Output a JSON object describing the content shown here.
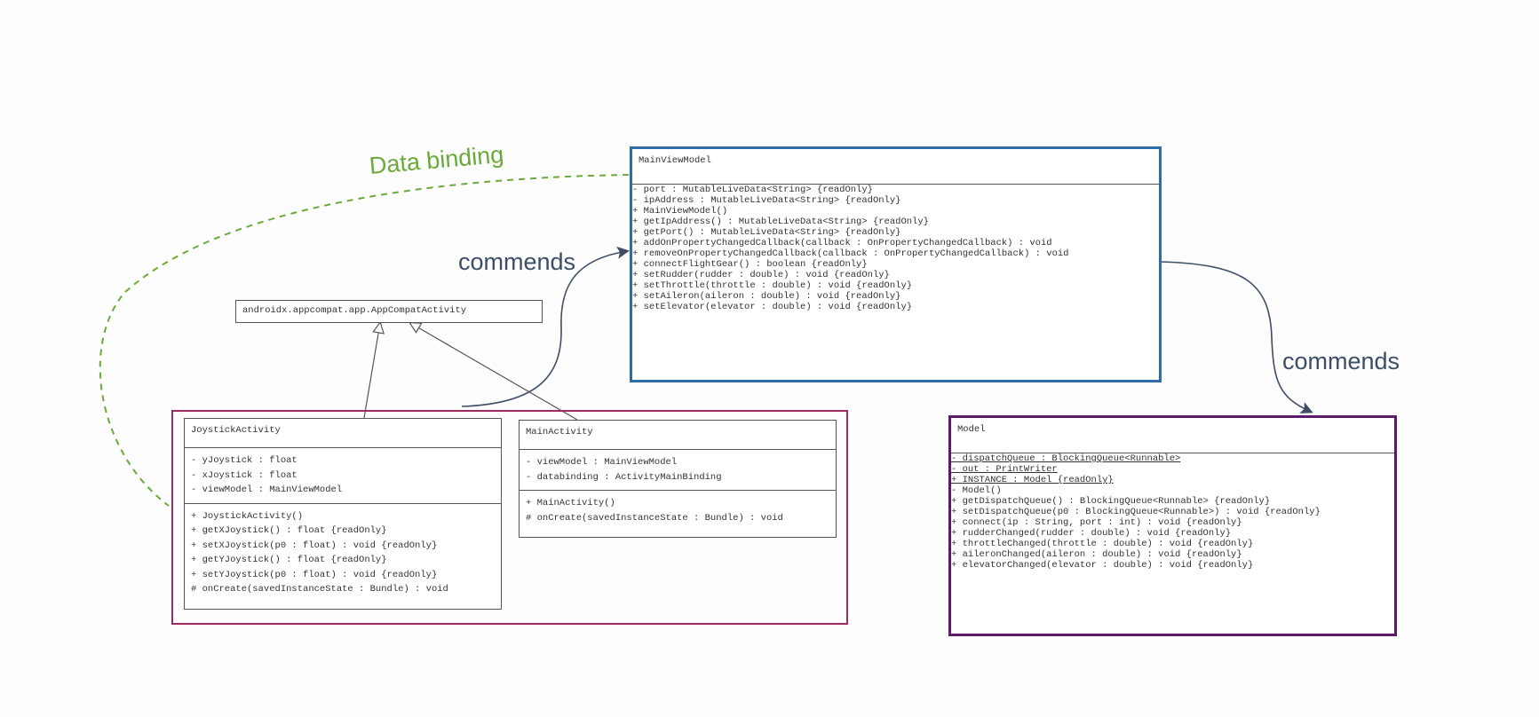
{
  "labels": {
    "data_binding": "Data binding",
    "commends_left": "commends",
    "commends_right": "commends"
  },
  "colors": {
    "viewmodel_border": "#2e6ca8",
    "view_group_border": "#9c2a5e",
    "model_border": "#5d1a6b",
    "binding_green": "#6aaa38",
    "arrow_navy": "#3d4e66"
  },
  "superclass": {
    "name": "androidx.appcompat.app.AppCompatActivity"
  },
  "main_view_model": {
    "name": "MainViewModel",
    "attributes": [
      "- port : MutableLiveData<String> {readOnly}",
      "- ipAddress : MutableLiveData<String> {readOnly}"
    ],
    "operations": [
      "+ MainViewModel()",
      "+ getIpAddress() : MutableLiveData<String> {readOnly}",
      "+ getPort() : MutableLiveData<String> {readOnly}",
      "+ addOnPropertyChangedCallback(callback : OnPropertyChangedCallback) : void",
      "+ removeOnPropertyChangedCallback(callback : OnPropertyChangedCallback) : void",
      "+ connectFlightGear() : boolean {readOnly}",
      "+ setRudder(rudder : double) : void {readOnly}",
      "+ setThrottle(throttle : double) : void {readOnly}",
      "+ setAileron(aileron : double) : void {readOnly}",
      "+ setElevator(elevator : double) : void {readOnly}"
    ]
  },
  "joystick_activity": {
    "name": "JoystickActivity",
    "attributes": [
      "- yJoystick : float",
      "- xJoystick : float",
      "- viewModel : MainViewModel"
    ],
    "operations": [
      "+ JoystickActivity()",
      "+ getXJoystick() : float {readOnly}",
      "+ setXJoystick(p0 : float) : void {readOnly}",
      "+ getYJoystick() : float {readOnly}",
      "+ setYJoystick(p0 : float) : void {readOnly}",
      "# onCreate(savedInstanceState : Bundle) : void"
    ]
  },
  "main_activity": {
    "name": "MainActivity",
    "attributes": [
      "- viewModel : MainViewModel",
      "- databinding : ActivityMainBinding"
    ],
    "operations": [
      "+ MainActivity()",
      "# onCreate(savedInstanceState : Bundle) : void"
    ]
  },
  "model": {
    "name": "Model",
    "attributes": [
      "- dispatchQueue : BlockingQueue<Runnable>",
      "- out : PrintWriter",
      "+ INSTANCE : Model {readOnly}"
    ],
    "operations": [
      "- Model()",
      "+ getDispatchQueue() : BlockingQueue<Runnable> {readOnly}",
      "+ setDispatchQueue(p0 : BlockingQueue<Runnable>) : void {readOnly}",
      "+ connect(ip : String, port : int) : void {readOnly}",
      "+ rudderChanged(rudder : double) : void {readOnly}",
      "+ throttleChanged(throttle : double) : void {readOnly}",
      "+ aileronChanged(aileron : double) : void {readOnly}",
      "+ elevatorChanged(elevator : double) : void {readOnly}"
    ]
  }
}
